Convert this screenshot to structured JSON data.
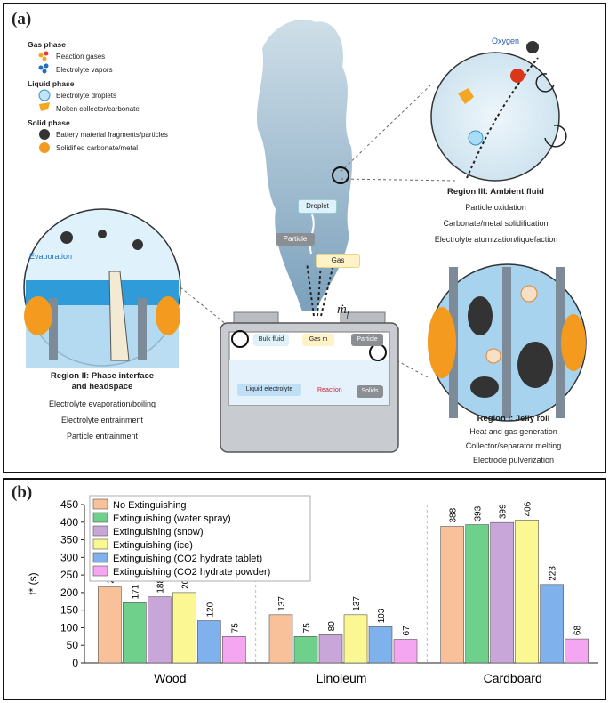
{
  "panel_a": {
    "label": "(a)",
    "legend": {
      "gas_heading": "Gas phase",
      "gas_items": [
        "Reaction gases",
        "Electrolyte vapors"
      ],
      "liquid_heading": "Liquid phase",
      "liquid_items": [
        "Electrolyte droplets",
        "Molten collector/carbonate"
      ],
      "solid_heading": "Solid phase",
      "solid_items": [
        "Battery material fragments/particles",
        "Solidified carbonate/metal"
      ]
    },
    "plume_labels": {
      "droplet": "Droplet",
      "particle": "Particle",
      "gas": "Gas",
      "mdot": "ṁ",
      "mdot_sub": "f"
    },
    "region3": {
      "title": "Region III: Ambient fluid",
      "lines": [
        "Particle oxidation",
        "Carbonate/metal solidification",
        "Electrolyte atomization/liquefaction"
      ],
      "oxygen": "Oxygen"
    },
    "region2": {
      "title1": "Region II: Phase interface",
      "title2": "and headspace",
      "lines": [
        "Electrolyte evaporation/boiling",
        "Electrolyte entrainment",
        "Particle entrainment"
      ],
      "evaporation": "Evaporation"
    },
    "region1": {
      "title": "Region I: Jelly roll",
      "lines": [
        "Heat and gas generation",
        "Collector/separator melting",
        "Electrode pulverization"
      ]
    },
    "cell": {
      "bulk_fluid": "Bulk fluid",
      "gas_m": "Gas m",
      "particle": "Particle",
      "liquid": "Liquid electrolyte",
      "reaction": "Reaction",
      "solids": "Solids"
    }
  },
  "panel_b": {
    "label": "(b)",
    "chart_data": {
      "type": "bar",
      "ylabel": "t* (s)",
      "ylim": [
        0,
        450
      ],
      "yticks": [
        0,
        50,
        100,
        150,
        200,
        250,
        300,
        350,
        400,
        450
      ],
      "categories": [
        "Wood",
        "Linoleum",
        "Cardboard"
      ],
      "series": [
        {
          "name": "No Extinguishing",
          "color": "#f8c19a",
          "values": [
            216,
            137,
            388
          ]
        },
        {
          "name": "Extinguishing (water spray)",
          "color": "#6fd08c",
          "values": [
            171,
            75,
            393
          ]
        },
        {
          "name": "Extinguishing (snow)",
          "color": "#c9a6d9",
          "values": [
            188,
            80,
            399
          ]
        },
        {
          "name": "Extinguishing (ice)",
          "color": "#fbf893",
          "values": [
            200,
            137,
            406
          ]
        },
        {
          "name": "Extinguishing (CO2 hydrate tablet)",
          "color": "#7fb1ec",
          "values": [
            120,
            103,
            223
          ]
        },
        {
          "name": "Extinguishing (CO2 hydrate powder)",
          "color": "#f4a6f1",
          "values": [
            75,
            67,
            68
          ]
        }
      ],
      "legend_position": "top-left",
      "grid": false
    }
  }
}
